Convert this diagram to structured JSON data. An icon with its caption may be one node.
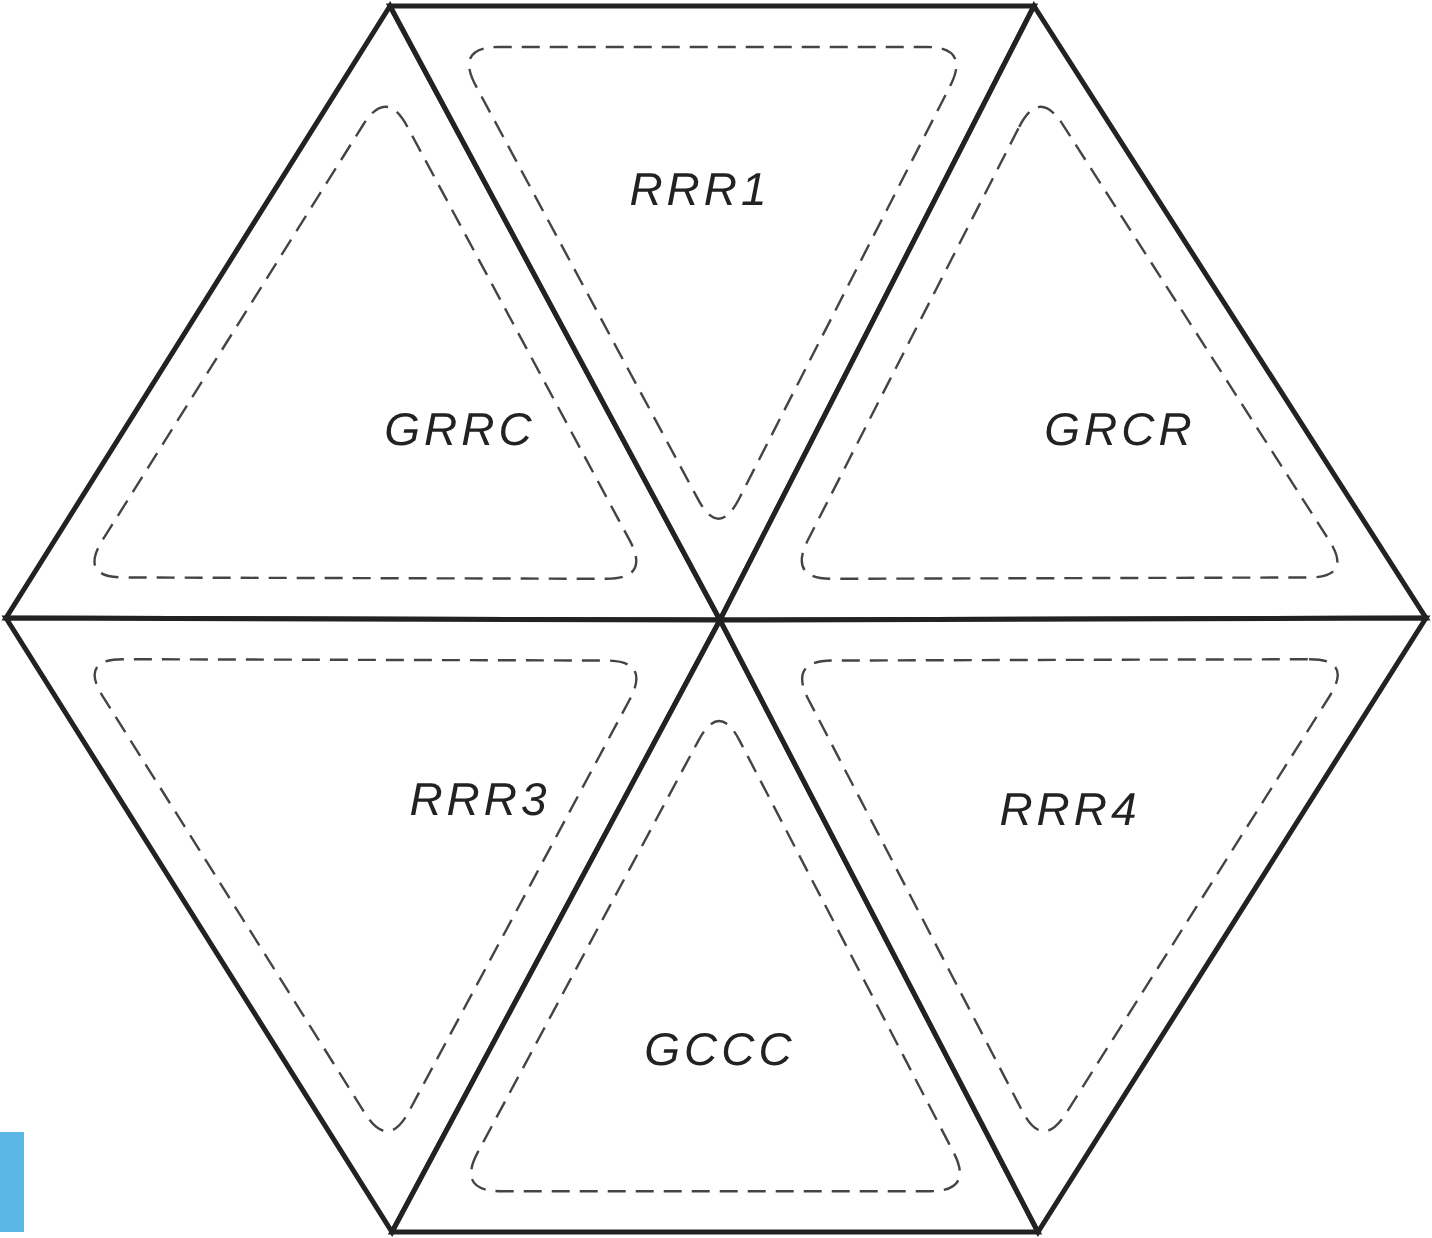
{
  "diagram": {
    "nodes": [
      {
        "text": [
          "GRRC"
        ]
      },
      {
        "text": [
          "RRR1"
        ]
      },
      {
        "text": [
          "GRCR"
        ]
      },
      {
        "text": [
          "RRR3"
        ]
      },
      {
        "text": [
          "GCCC"
        ]
      },
      {
        "text": [
          "RRR4"
        ]
      }
    ]
  }
}
